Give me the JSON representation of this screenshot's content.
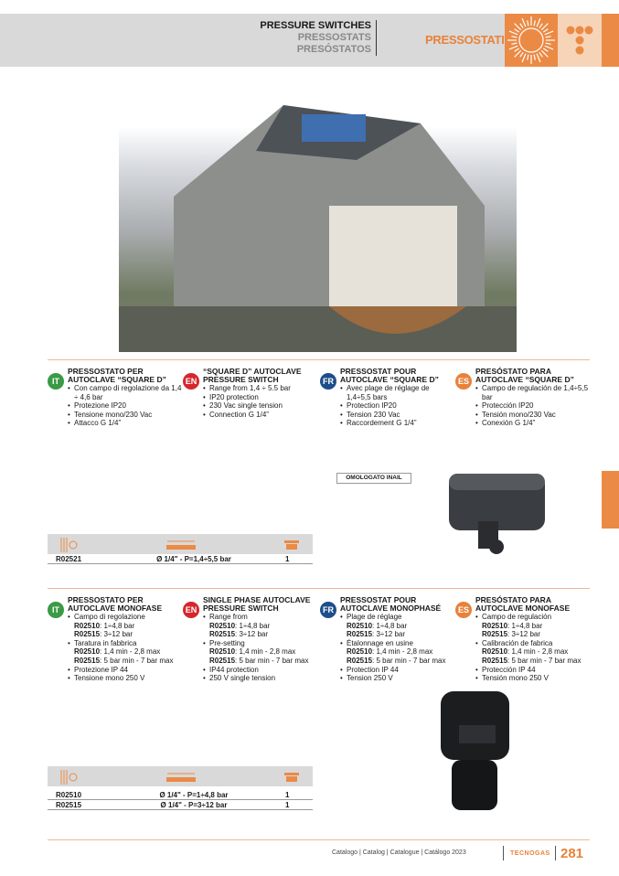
{
  "header": {
    "title_en": "PRESSURE SWITCHES",
    "title_fr": "PRESSOSTATS",
    "title_es": "PRESÓSTATOS",
    "category": "PRESSOSTATI"
  },
  "section1": {
    "inail": "OMOLOGATO INAIL",
    "cols": [
      {
        "lang": "IT",
        "color": "#3a9a45",
        "title": "PRESSOSTATO PER AUTOCLAVE “SQUARE D”",
        "items": [
          "Con campo di regolazione da 1,4 ÷ 4,6 bar",
          "Protezione IP20",
          "Tensione mono/230 Vac",
          "Attacco G 1/4”"
        ]
      },
      {
        "lang": "EN",
        "color": "#d6262d",
        "title": "“SQUARE D” AUTOCLAVE PRESSURE SWITCH",
        "items": [
          "Range from 1,4 ÷ 5.5 bar",
          "IP20 protection",
          "230 Vac single tension",
          "Connection G 1/4”"
        ]
      },
      {
        "lang": "FR",
        "color": "#1d4e8a",
        "title": "PRESSOSTAT POUR AUTOCLAVE “SQUARE D”",
        "items": [
          "Avec plage de réglage de 1,4÷5,5 bars",
          "Protection IP20",
          "Tension 230 Vac",
          "Raccordement G 1/4”"
        ]
      },
      {
        "lang": "ES",
        "color": "#e8823a",
        "title": "PRESÓSTATO PARA AUTOCLAVE “SQUARE D”",
        "items": [
          "Campo de regulación de 1,4÷5,5 bar",
          "Protección IP20",
          "Tensión mono/230 Vac",
          "Conexión G 1/4”"
        ]
      }
    ],
    "rows": [
      {
        "code": "R02521",
        "desc": "Ø 1/4\" - P=1,4÷5,5 bar",
        "qty": "1"
      }
    ]
  },
  "section2": {
    "cols": [
      {
        "lang": "IT",
        "title": "PRESSOSTATO PER AUTOCLAVE MONOFASE",
        "l1": "Campo di regolazione",
        "l2": "Taratura in fabbrica",
        "l3": "Protezione IP 44",
        "l4": "Tensione mono 250 V"
      },
      {
        "lang": "EN",
        "title": "SINGLE PHASE AUTOCLAVE PRESSURE SWITCH",
        "l1": "Range from",
        "l2": "Pre-setting",
        "l3": "IP44 protection",
        "l4": "250 V single tension"
      },
      {
        "lang": "FR",
        "title": "PRESSOSTAT POUR AUTOCLAVE MONOPHASÉ",
        "l1": "Plage de réglage",
        "l2": "Étalonnage en usine",
        "l3": "Protection IP 44",
        "l4": "Tension 250 V"
      },
      {
        "lang": "ES",
        "title": "PRESÓSTATO PARA AUTOCLAVE MONOFASE",
        "l1": "Campo de regulación",
        "l2": "Calibración de fabrica",
        "l3": "Protección IP 44",
        "l4": "Tensión mono 250 V"
      }
    ],
    "code_a": "R02510",
    "code_b": "R02515",
    "range_a": ": 1÷4,8 bar",
    "range_b": ": 3÷12 bar",
    "set_a": ": 1,4 min - 2,8 max",
    "set_b": ": 5 bar min - 7 bar max",
    "rows": [
      {
        "code": "R02510",
        "desc": "Ø 1/4\" - P=1÷4,8 bar",
        "qty": "1"
      },
      {
        "code": "R02515",
        "desc": "Ø 1/4\" - P=3÷12 bar",
        "qty": "1"
      }
    ]
  },
  "footer": {
    "catalog": "Catalogo | Catalog | Catalogue | Catálogo 2023",
    "brand": "TECNOGAS",
    "page": "281"
  }
}
